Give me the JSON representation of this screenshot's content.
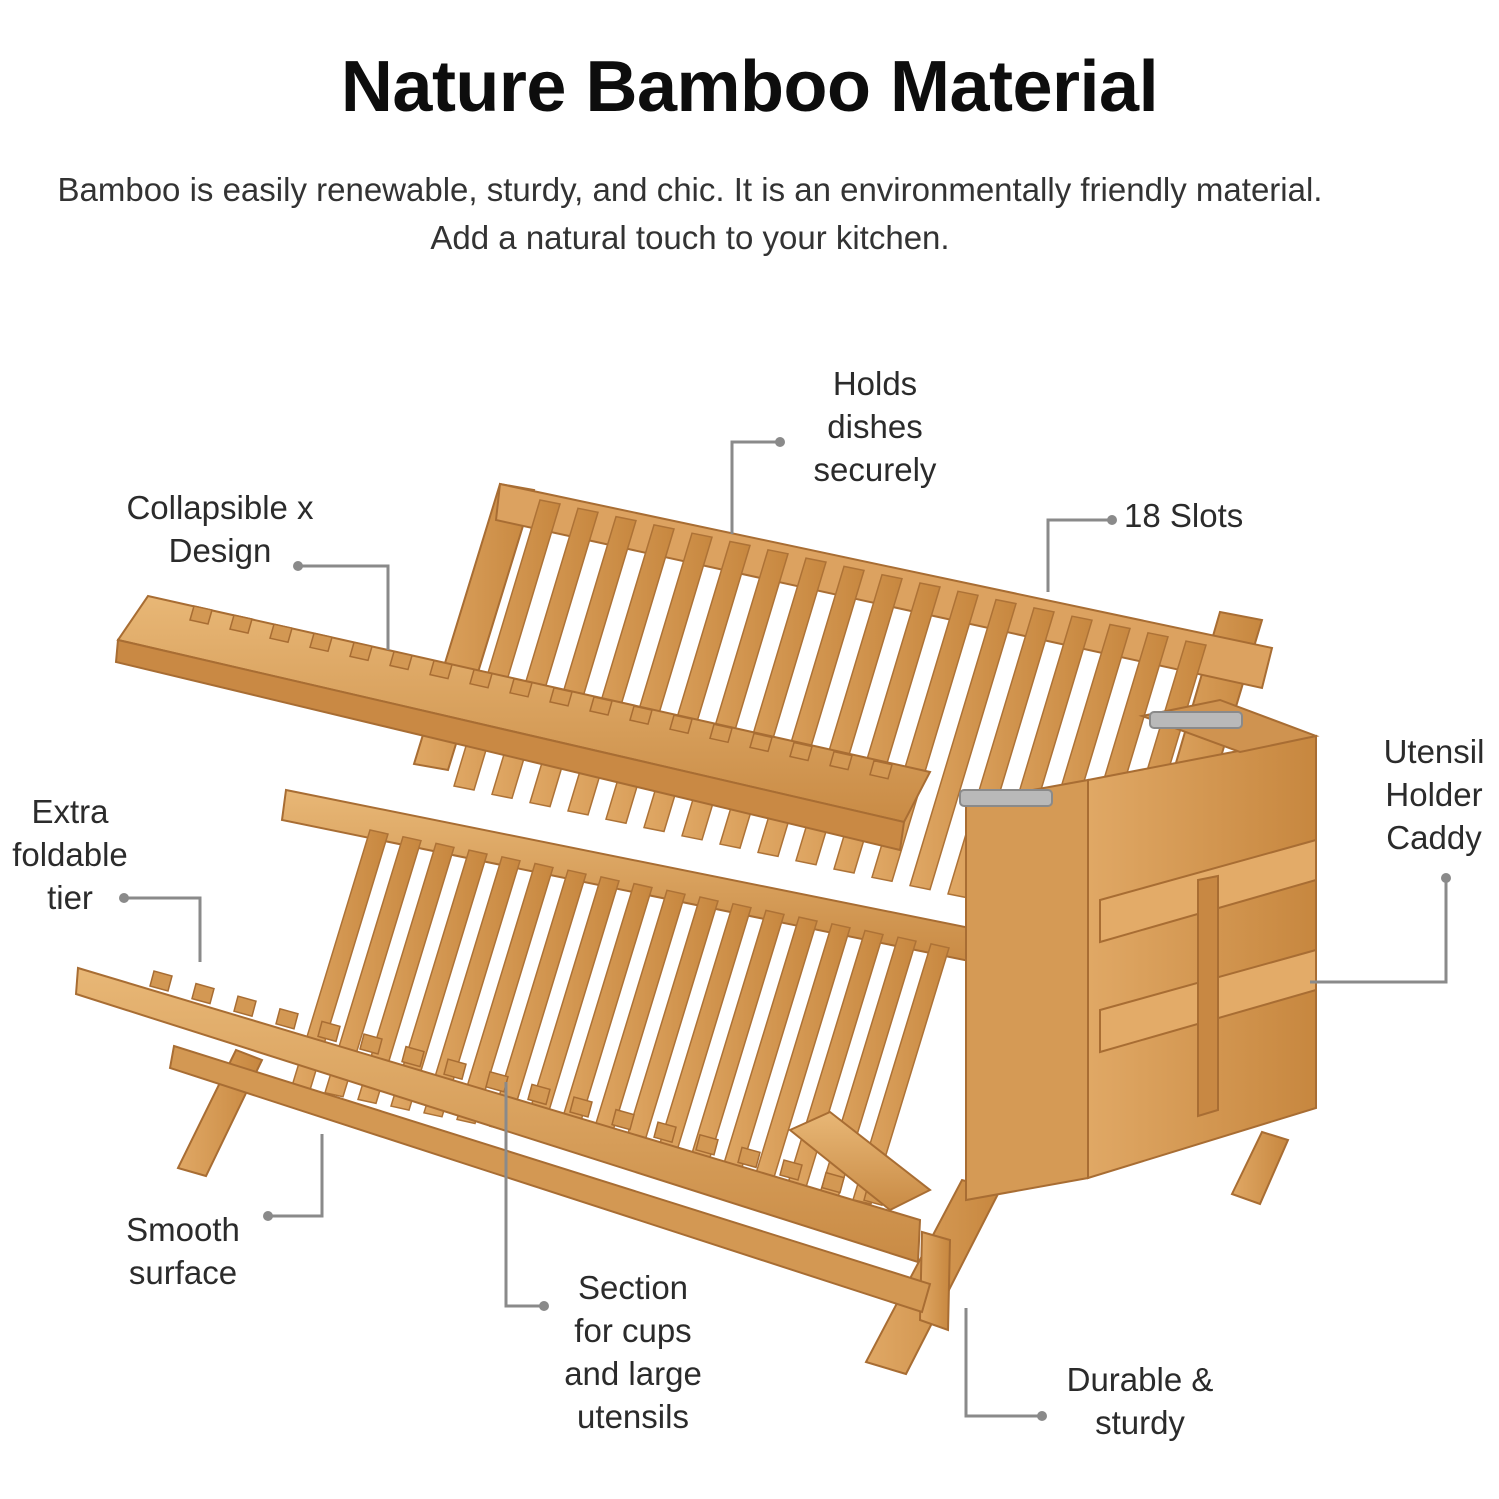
{
  "heading": "Nature Bamboo Material",
  "description": "Bamboo is easily renewable, sturdy, and chic. It is an environmentally friendly material. Add a natural touch to your kitchen.",
  "callouts": {
    "holds": "Holds\ndishes\nsecurely",
    "collapsible": "Collapsible x\nDesign",
    "slots": "18 Slots",
    "utensil": "Utensil\nHolder\nCaddy",
    "extra_tier": "Extra\nfoldable\ntier",
    "smooth": "Smooth\nsurface",
    "section": "Section\nfor cups\nand large\nutensils",
    "durable": "Durable &\nsturdy"
  },
  "colors": {
    "bamboo": "#d9a05b",
    "bamboo_dark": "#b8793b",
    "bamboo_light": "#e8b776",
    "leader_line": "#8a8a8a"
  }
}
